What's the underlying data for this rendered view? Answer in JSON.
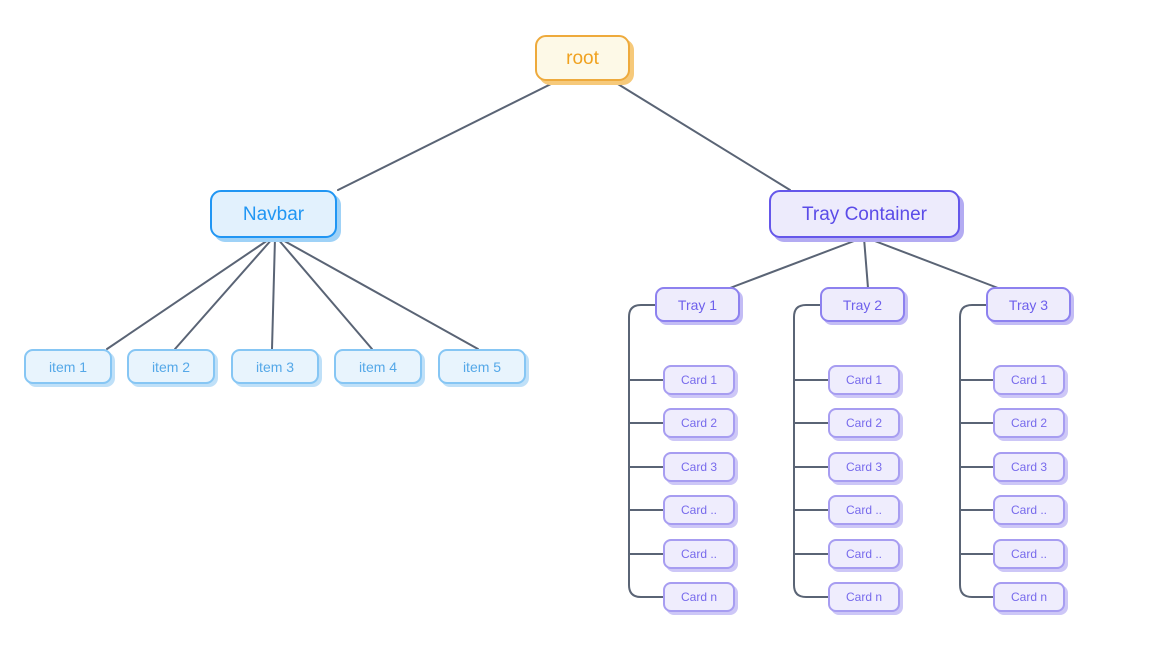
{
  "diagram": {
    "title": "component tree",
    "type": "tree",
    "background": "#ffffff",
    "edge_color": "#5a6475",
    "palette": {
      "root_border": "#eeaa3c",
      "root_fill": "#fdf9e7",
      "root_text": "#f0a21f",
      "navbar_border": "#2196f3",
      "navbar_fill": "#e2f1fd",
      "navbar_text": "#2196f3",
      "item_border": "#86c6f4",
      "item_fill": "#e8f4fd",
      "item_text": "#55a8e8",
      "tray_container_border": "#6557ea",
      "tray_container_fill": "#edebfc",
      "tray_container_text": "#5b4ce8",
      "tray_border": "#8d81ef",
      "tray_fill": "#eeecfc",
      "tray_text": "#6d5fec",
      "card_border": "#a79df1",
      "card_fill": "#efedfd",
      "card_text": "#776aec"
    }
  },
  "nodes": {
    "root": {
      "label": "root"
    },
    "navbar": {
      "label": "Navbar"
    },
    "tray_container": {
      "label": "Tray Container"
    },
    "items": [
      {
        "label": "item 1"
      },
      {
        "label": "item 2"
      },
      {
        "label": "item 3"
      },
      {
        "label": "item 4"
      },
      {
        "label": "item 5"
      }
    ],
    "trays": [
      {
        "label": "Tray 1",
        "cards": [
          {
            "label": "Card 1"
          },
          {
            "label": "Card 2"
          },
          {
            "label": "Card 3"
          },
          {
            "label": "Card .."
          },
          {
            "label": "Card .."
          },
          {
            "label": "Card n"
          }
        ]
      },
      {
        "label": "Tray 2",
        "cards": [
          {
            "label": "Card 1"
          },
          {
            "label": "Card 2"
          },
          {
            "label": "Card 3"
          },
          {
            "label": "Card .."
          },
          {
            "label": "Card .."
          },
          {
            "label": "Card n"
          }
        ]
      },
      {
        "label": "Tray 3",
        "cards": [
          {
            "label": "Card 1"
          },
          {
            "label": "Card 2"
          },
          {
            "label": "Card 3"
          },
          {
            "label": "Card .."
          },
          {
            "label": "Card .."
          },
          {
            "label": "Card n"
          }
        ]
      }
    ]
  }
}
